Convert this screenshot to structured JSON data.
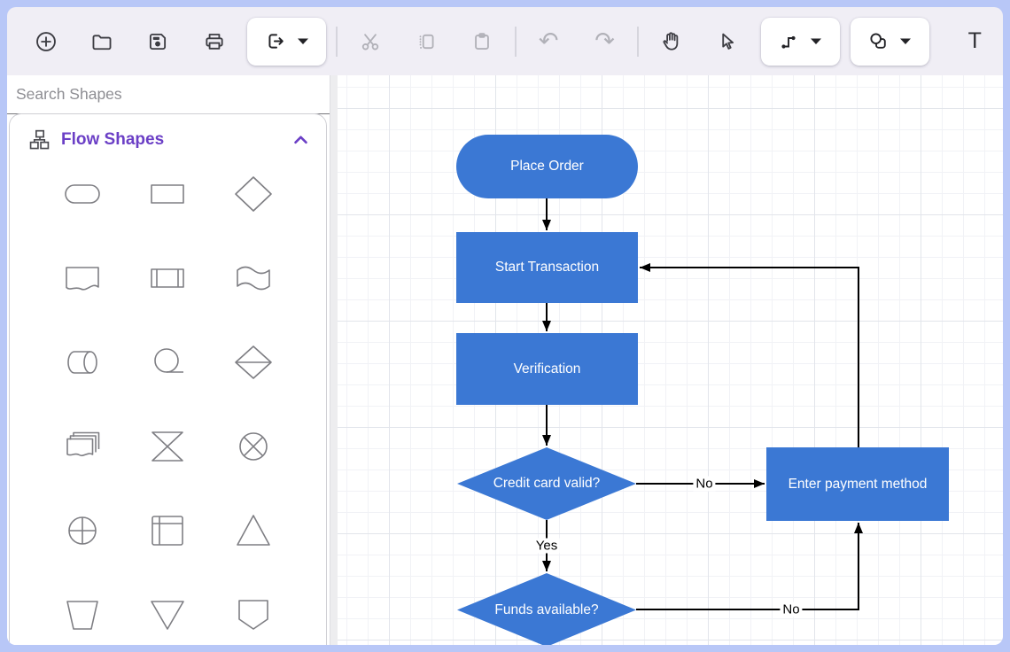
{
  "toolbar": {
    "items": [
      {
        "name": "new",
        "icon": "plus-circle-icon"
      },
      {
        "name": "open",
        "icon": "folder-icon"
      },
      {
        "name": "save",
        "icon": "save-icon"
      },
      {
        "name": "print",
        "icon": "printer-icon"
      },
      {
        "name": "export",
        "icon": "export-icon",
        "has_dropdown": true
      },
      {
        "name": "cut",
        "icon": "scissors-icon",
        "disabled": true
      },
      {
        "name": "copy",
        "icon": "copy-icon",
        "disabled": true
      },
      {
        "name": "paste",
        "icon": "clipboard-icon",
        "disabled": true
      },
      {
        "name": "undo",
        "icon": "undo-icon",
        "disabled": true,
        "glyph": "↶"
      },
      {
        "name": "redo",
        "icon": "redo-icon",
        "disabled": true,
        "glyph": "↷"
      },
      {
        "name": "pan",
        "icon": "hand-icon"
      },
      {
        "name": "select",
        "icon": "cursor-icon"
      },
      {
        "name": "connector",
        "icon": "connector-icon",
        "has_dropdown": true
      },
      {
        "name": "shape",
        "icon": "shape-icon",
        "has_dropdown": true
      },
      {
        "name": "text",
        "icon": "text-icon",
        "label": "T"
      }
    ]
  },
  "sidebar": {
    "search_placeholder": "Search Shapes",
    "section_title": "Flow Shapes",
    "section_icon": "org-chart-icon",
    "section_state": "expanded",
    "shapes": [
      "terminator",
      "process",
      "decision",
      "document",
      "predefined-process",
      "punched-tape",
      "direct-access-storage",
      "sequential-storage",
      "sort",
      "multi-document",
      "collate",
      "summing-junction",
      "or",
      "internal-storage",
      "extract",
      "manual-operation",
      "merge",
      "off-page-connector"
    ]
  },
  "canvas": {
    "nodes": [
      {
        "id": "place-order",
        "type": "terminator",
        "label": "Place Order"
      },
      {
        "id": "start-transaction",
        "type": "process",
        "label": "Start Transaction"
      },
      {
        "id": "verification",
        "type": "process",
        "label": "Verification"
      },
      {
        "id": "credit-card-valid",
        "type": "decision",
        "label": "Credit card valid?"
      },
      {
        "id": "enter-payment-method",
        "type": "process",
        "label": "Enter payment method"
      },
      {
        "id": "funds-available",
        "type": "decision",
        "label": "Funds available?"
      }
    ],
    "edges": [
      {
        "from": "place-order",
        "to": "start-transaction",
        "label": ""
      },
      {
        "from": "start-transaction",
        "to": "verification",
        "label": ""
      },
      {
        "from": "verification",
        "to": "credit-card-valid",
        "label": ""
      },
      {
        "from": "credit-card-valid",
        "to": "enter-payment-method",
        "label": "No"
      },
      {
        "from": "credit-card-valid",
        "to": "funds-available",
        "label": "Yes"
      },
      {
        "from": "funds-available",
        "to": "enter-payment-method",
        "label": "No"
      },
      {
        "from": "enter-payment-method",
        "to": "start-transaction",
        "label": ""
      }
    ],
    "colors": {
      "node_fill": "#3b78d4",
      "node_text": "#ffffff",
      "edge": "#000000",
      "accent_purple": "#6b3fc6",
      "frame": "#b8c7f7"
    }
  }
}
